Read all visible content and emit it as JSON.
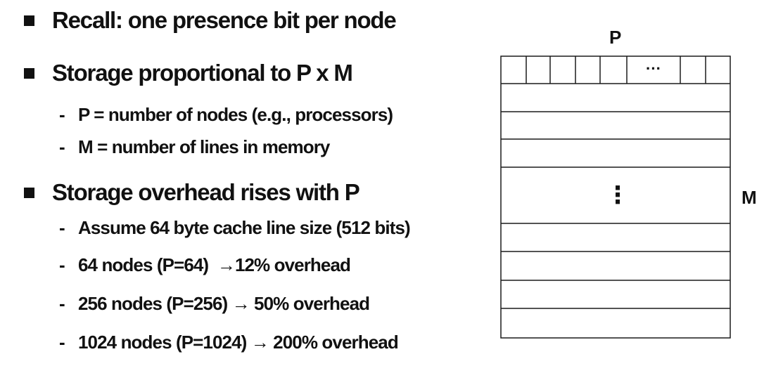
{
  "bullets": [
    {
      "text": "Recall: one presence bit per node"
    },
    {
      "text": "Storage proportional to P x M"
    },
    {
      "text": "Storage overhead rises with P"
    }
  ],
  "sub_bullets": {
    "proportional": [
      {
        "dash": "-",
        "text": "P = number of nodes (e.g., processors)"
      },
      {
        "dash": "-",
        "text": "M = number of lines in memory"
      }
    ],
    "overhead": [
      {
        "dash": "-",
        "text": "Assume 64 byte cache line size (512 bits)"
      },
      {
        "dash": "-",
        "text": "64 nodes (P=64)  →12% overhead"
      },
      {
        "dash": "-",
        "text": "256 nodes (P=256) → 50% overhead"
      },
      {
        "dash": "-",
        "text": "1024 nodes (P=1024) → 200% overhead"
      }
    ]
  },
  "diagram": {
    "p_label": "P",
    "m_label": "M",
    "row_ellipsis": "⋮",
    "bit_ellipsis": "···"
  }
}
